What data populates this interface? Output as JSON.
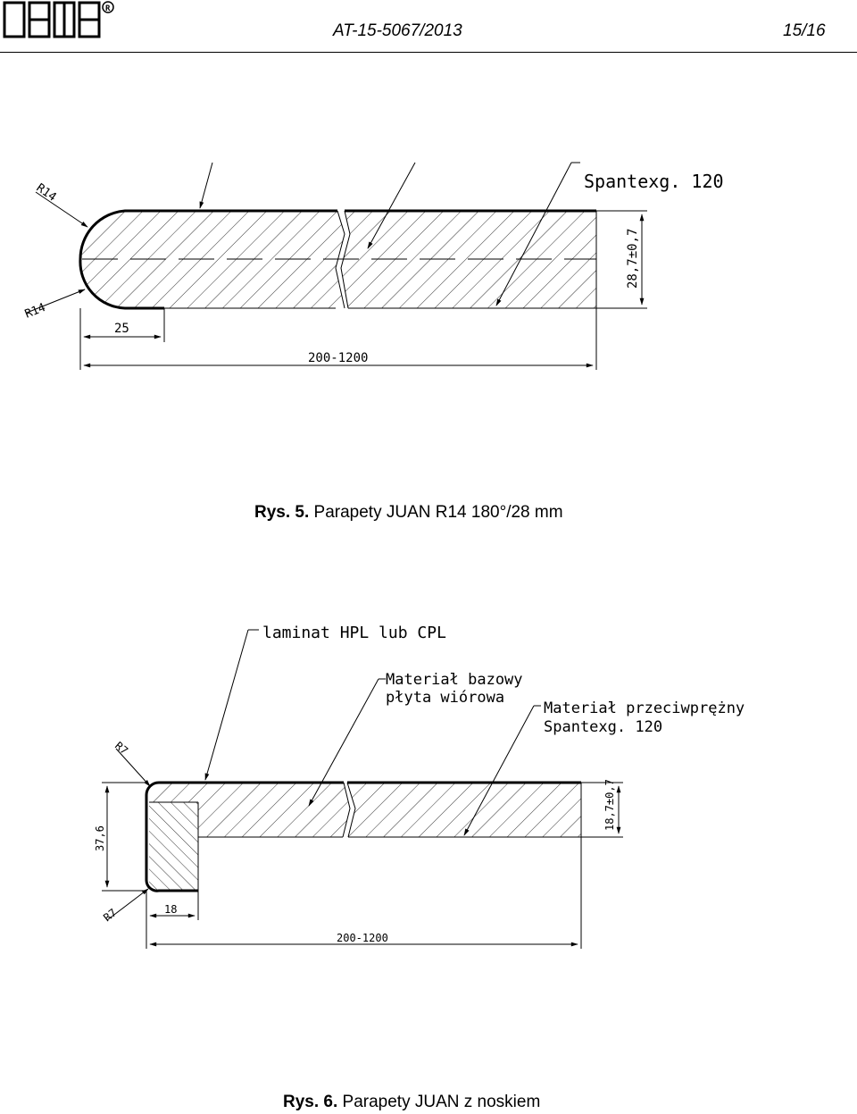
{
  "header": {
    "doc_number": "AT-15-5067/2013",
    "page_number": "15/16"
  },
  "figure1": {
    "caption_label": "Rys. 5.",
    "caption_text": " Parapety JUAN R14 180°/28 mm",
    "labels": {
      "counter_material": "Spantexg. 120",
      "r_top": "R14",
      "r_bottom": "R14",
      "dim_small": "25",
      "dim_length": "200-1200",
      "dim_thickness": "28,7±0,7"
    }
  },
  "figure2": {
    "caption_label": "Rys. 6.",
    "caption_text": " Parapety JUAN z noskiem",
    "labels": {
      "laminate": "laminat HPL lub CPL",
      "base_1": "Materiał bazowy",
      "base_2": "płyta wiórowa",
      "counter_1": "Materiał przeciwprężny",
      "counter_2": "Spantexg. 120",
      "r_top": "R7",
      "r_bottom": "R7",
      "dim_height": "37,6",
      "dim_small": "18",
      "dim_length": "200-1200",
      "dim_thickness": "18,7±0,7"
    }
  }
}
